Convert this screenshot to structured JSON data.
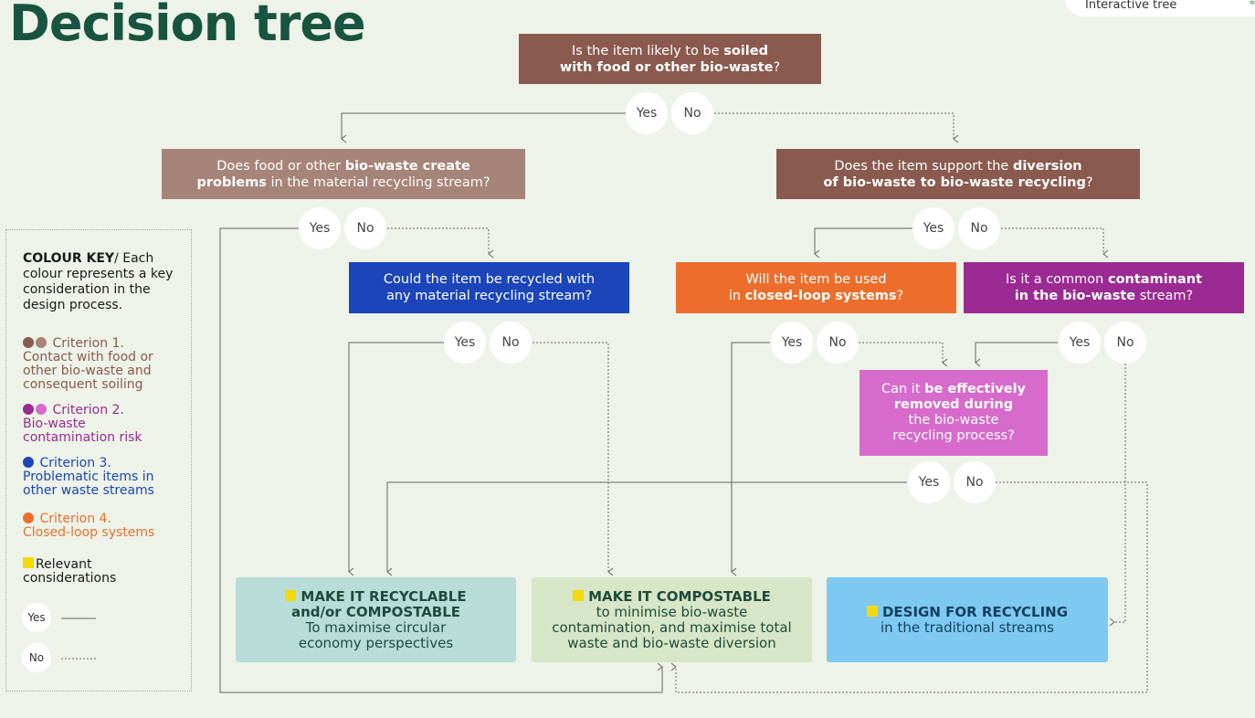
{
  "title": "Decision tree",
  "tab_label": "Interactive tree",
  "tab_icon": "link-icon",
  "nodes": {
    "q1": {
      "pre": "Is the item likely to be ",
      "bold": "soiled",
      "line2_bold": "with food or other bio-waste",
      "post": "?"
    },
    "q2": {
      "pre": "Does food or other ",
      "bold": "bio-waste create",
      "line2_bold": "problems",
      "post": " in the material recycling stream?"
    },
    "q3": {
      "pre": "Does the item support the ",
      "bold": "diversion",
      "line2_bold": "of bio-waste to bio-waste recycling",
      "post": "?"
    },
    "q4": {
      "line1": "Could the item be recycled with",
      "line2": "any material recycling stream?"
    },
    "q5": {
      "line1": "Will the item be used",
      "pre2": "in ",
      "bold2": "closed-loop systems",
      "post2": "?"
    },
    "q6": {
      "pre": "Is it a common ",
      "bold": "contaminant",
      "line2_bold": "in the bio-waste",
      "post": " stream?"
    },
    "q7": {
      "pre": "Can it ",
      "bold": "be effectively",
      "line2_bold": "removed during",
      "line3": "the bio-waste",
      "line4": "recycling process?"
    }
  },
  "outcomes": {
    "recyclable": {
      "head1": "MAKE IT RECYCLABLE",
      "head2": "and/or COMPOSTABLE",
      "body1": "To maximise circular",
      "body2": "economy perspectives"
    },
    "compostable": {
      "head1": "MAKE IT COMPOSTABLE",
      "body1": "to minimise bio-waste",
      "body2": "contamination, and maximise total",
      "body3": "waste and bio-waste diversion"
    },
    "recycling": {
      "head1": "DESIGN FOR RECYCLING",
      "body1": "in the traditional streams"
    }
  },
  "yes_label": "Yes",
  "no_label": "No",
  "key": {
    "intro_bold": "COLOUR KEY",
    "intro": "/ Each colour represents a key consideration in the design process.",
    "c1_head": "Criterion 1.",
    "c1_body": "Contact with food or other bio-waste and consequent soiling",
    "c2_head": "Criterion 2.",
    "c2_body": "Bio-waste contamination risk",
    "c3_head": "Criterion 3.",
    "c3_body": "Problematic items in other waste streams",
    "c4_head": "Criterion 4.",
    "c4_body": "Closed-loop systems",
    "relevant": "Relevant considerations",
    "yes": "Yes",
    "no": "No"
  },
  "colors": {
    "background": "#edf3e8",
    "title": "#18543f",
    "criterion1": "#8a5a4e",
    "criterion1_light": "#a78479",
    "criterion2": "#9b2a92",
    "criterion2_light": "#d76bcb",
    "criterion3": "#1b45b8",
    "criterion4": "#ed6e2c",
    "relevant": "#f4d90b"
  }
}
